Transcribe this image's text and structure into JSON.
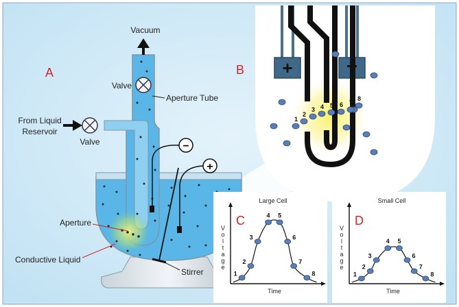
{
  "panel_a": {
    "letter": "A",
    "labels": {
      "vacuum": "Vacuum",
      "valve_top": "Valve",
      "aperture_tube": "Aperture Tube",
      "from_liquid_line1": "From Liquid",
      "from_liquid_line2": "Reservoir",
      "valve_left": "Valve",
      "aperture": "Aperture",
      "conductive_liquid": "Conductive Liquid",
      "stirrer": "Stirrer"
    },
    "electrode_signs": {
      "negative": "−",
      "positive": "+"
    }
  },
  "panel_b": {
    "letter": "B",
    "electrode_signs": {
      "positive": "+",
      "negative": "−"
    },
    "cell_numbers": [
      "1",
      "2",
      "3",
      "4",
      "5",
      "6",
      "7",
      "8"
    ]
  },
  "charts_meta": {
    "ylabel": "Voltage",
    "xlabel": "Time",
    "colors": {
      "curve": "#222222",
      "point": "#5b7fb4",
      "letter": "#d0262b",
      "liquid": "#5ab6e6"
    }
  },
  "chart_data": [
    {
      "type": "line",
      "letter": "C",
      "title": "Large Cell",
      "xlabel": "Time",
      "ylabel": "Voltage",
      "xlim": [
        0,
        10
      ],
      "ylim": [
        0,
        10
      ],
      "points": [
        {
          "label": "1",
          "x": 1.3,
          "y": 0.8
        },
        {
          "label": "2",
          "x": 2.3,
          "y": 2.4
        },
        {
          "label": "3",
          "x": 3.1,
          "y": 5.7
        },
        {
          "label": "4",
          "x": 4.3,
          "y": 8.3
        },
        {
          "label": "5",
          "x": 5.6,
          "y": 8.3
        },
        {
          "label": "6",
          "x": 6.5,
          "y": 5.7
        },
        {
          "label": "7",
          "x": 7.2,
          "y": 2.4
        },
        {
          "label": "8",
          "x": 8.7,
          "y": 0.8
        }
      ]
    },
    {
      "type": "line",
      "letter": "D",
      "title": "Small Cell",
      "xlabel": "Time",
      "ylabel": "Voltage",
      "xlim": [
        0,
        10
      ],
      "ylim": [
        0,
        10
      ],
      "points": [
        {
          "label": "1",
          "x": 1.4,
          "y": 0.7
        },
        {
          "label": "2",
          "x": 2.4,
          "y": 1.7
        },
        {
          "label": "3",
          "x": 3.1,
          "y": 3.2
        },
        {
          "label": "4",
          "x": 4.4,
          "y": 4.8
        },
        {
          "label": "5",
          "x": 5.7,
          "y": 4.8
        },
        {
          "label": "6",
          "x": 6.6,
          "y": 3.2
        },
        {
          "label": "7",
          "x": 7.4,
          "y": 1.7
        },
        {
          "label": "8",
          "x": 8.7,
          "y": 0.7
        }
      ]
    }
  ]
}
